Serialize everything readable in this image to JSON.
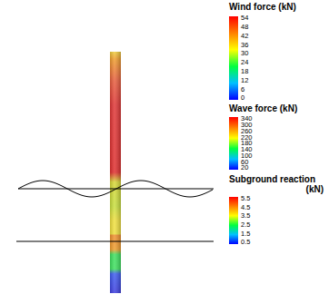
{
  "diagram": {
    "labels": [
      "Wind force (kN)",
      "54",
      "48",
      "42",
      "36",
      "30",
      "24",
      "18",
      "12",
      "6",
      "0",
      "Wave force (kN)",
      "340",
      "300",
      "260",
      "220",
      "180",
      "140",
      "100",
      "60",
      "20",
      "Subground reaction (kN)",
      "5.5",
      "4.5",
      "3.5",
      "2.5",
      "1.5",
      "0.5"
    ]
  }
}
